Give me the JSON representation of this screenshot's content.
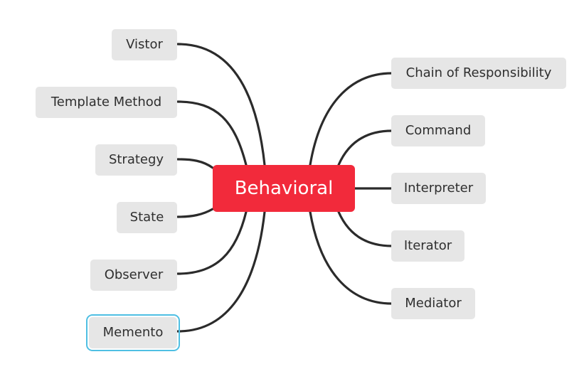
{
  "central_topic": "Behavioral",
  "left_topics": [
    "Vistor",
    "Template Method",
    "Strategy",
    "State",
    "Observer",
    "Memento"
  ],
  "right_topics": [
    "Chain of Responsibility",
    "Command",
    "Interpreter",
    "Iterator",
    "Mediator"
  ],
  "selected_topic": "Memento",
  "colors": {
    "central_fill": "#f22a3b",
    "central_text": "#ffffff",
    "topic_fill": "#e6e6e6",
    "topic_text": "#2f2f2f",
    "connector": "#2b2b2b",
    "selection_outline": "#4fbfe3"
  }
}
